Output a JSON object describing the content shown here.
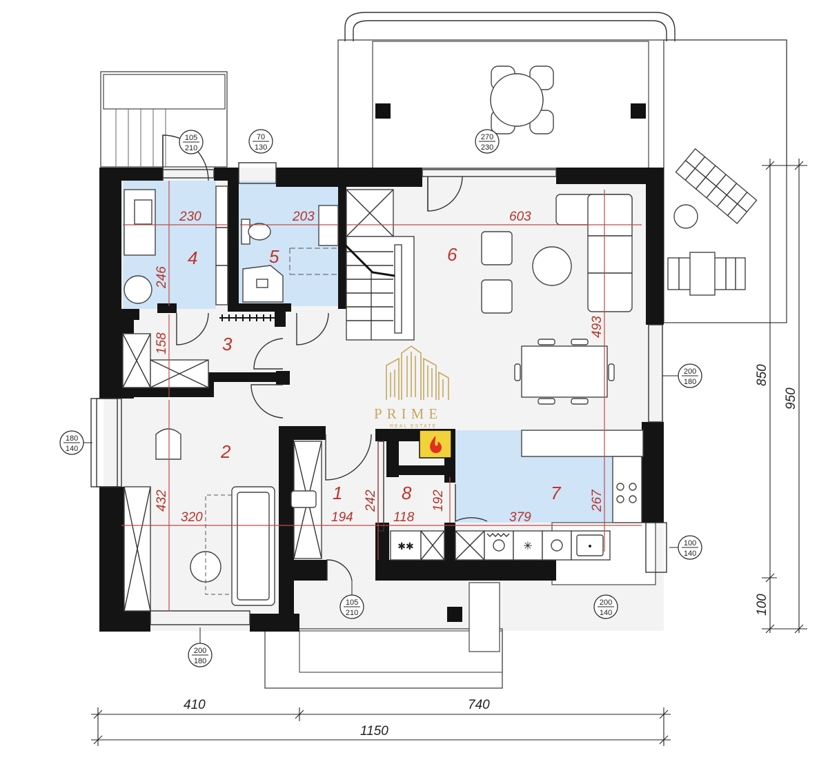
{
  "rooms": [
    {
      "num": "1"
    },
    {
      "num": "2"
    },
    {
      "num": "3"
    },
    {
      "num": "4"
    },
    {
      "num": "5"
    },
    {
      "num": "6"
    },
    {
      "num": "7"
    },
    {
      "num": "8"
    }
  ],
  "room_dims": {
    "r4_w": "230",
    "r4_h": "246",
    "r5_w": "203",
    "r6_w": "603",
    "r6_h": "493",
    "r3_h": "158",
    "r2_w": "320",
    "r2_h": "432",
    "r1_w": "194",
    "r1_h": "242",
    "r8_w": "118",
    "r8_h": "192",
    "r7_w": "379",
    "r7_h": "267"
  },
  "openings": [
    {
      "w": "105",
      "h": "210"
    },
    {
      "w": "70",
      "h": "130"
    },
    {
      "w": "270",
      "h": "230"
    },
    {
      "w": "200",
      "h": "180"
    },
    {
      "w": "180",
      "h": "140"
    },
    {
      "w": "100",
      "h": "140"
    },
    {
      "w": "200",
      "h": "140"
    },
    {
      "w": "105",
      "h": "210"
    },
    {
      "w": "200",
      "h": "180"
    }
  ],
  "overall_dims": {
    "bottom_left": "410",
    "bottom_right": "740",
    "bottom_total": "1150",
    "right_main": "850",
    "right_total": "950",
    "right_small": "100"
  },
  "brand": {
    "name": "PRIME",
    "tagline": "REAL ESTATE"
  },
  "colors": {
    "wall": "#141414",
    "wet_room": "#cfe3f6",
    "floor": "#f2f2f2",
    "dim_red": "#b5332c",
    "logo_gold": "#c2a04d"
  }
}
